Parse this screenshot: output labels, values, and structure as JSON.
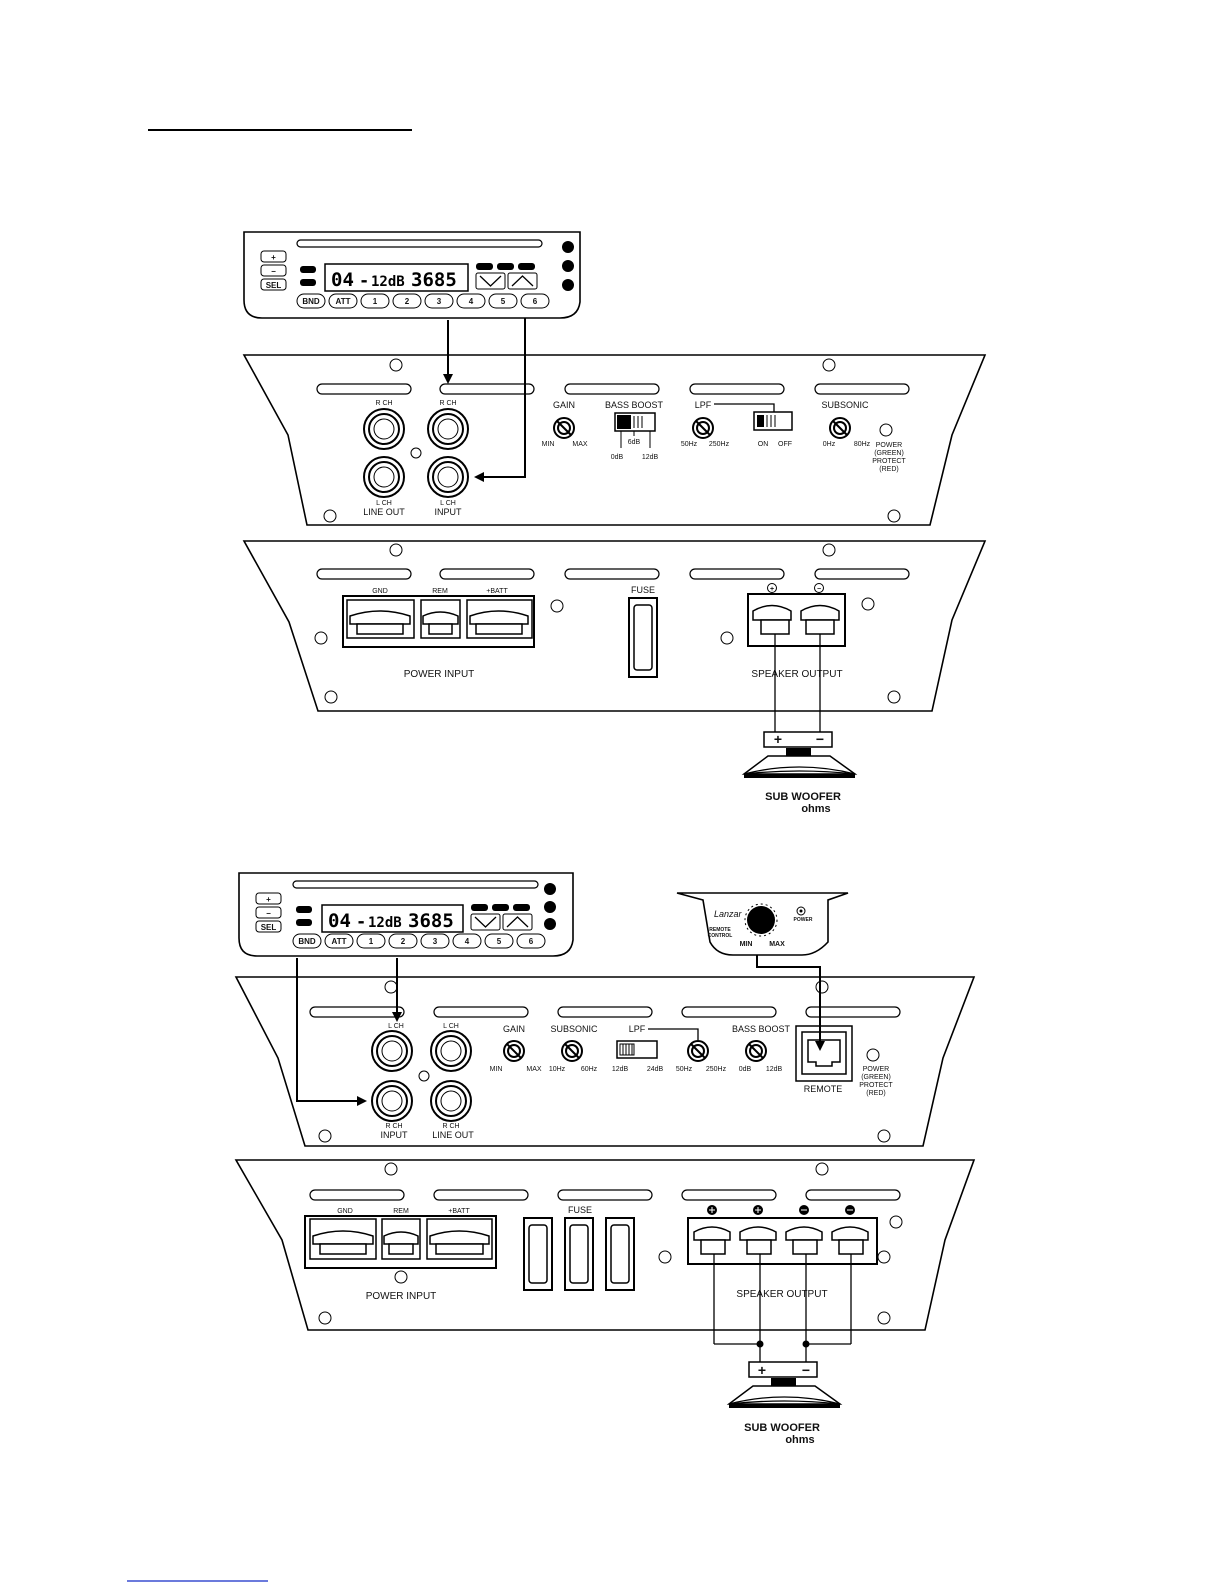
{
  "diagram1": {
    "radio": {
      "display": [
        "04",
        "-",
        "12dB",
        "3685"
      ],
      "left_buttons": [
        "+",
        "−",
        "SEL"
      ],
      "presets": [
        "BND",
        "ATT",
        "1",
        "2",
        "3",
        "4",
        "5",
        "6"
      ]
    },
    "front_panel": {
      "rca_top_left": "R CH",
      "rca_top_right": "R CH",
      "rca_bottom_left": "L CH",
      "rca_bottom_right": "L CH",
      "line_out": "LINE OUT",
      "input": "INPUT",
      "gain": "GAIN",
      "gain_min": "MIN",
      "gain_max": "MAX",
      "bass_boost": "BASS BOOST",
      "bb_0": "0dB",
      "bb_6": "6dB",
      "bb_12": "12dB",
      "lpf": "LPF",
      "lpf_min": "50Hz",
      "lpf_max": "250Hz",
      "on": "ON",
      "off": "OFF",
      "subsonic": "SUBSONIC",
      "sub_min": "0Hz",
      "sub_max": "80Hz",
      "led": [
        "POWER",
        "(GREEN)",
        "PROTECT",
        "(RED)"
      ]
    },
    "rear_panel": {
      "gnd": "GND",
      "rem": "REM",
      "batt": "+BATT",
      "fuse": "FUSE",
      "power_input": "POWER INPUT",
      "speaker_output": "SPEAKER OUTPUT",
      "plus": "+",
      "minus": "−"
    },
    "sub": {
      "label": "SUB WOOFER",
      "ohms": "ohms",
      "plus": "+",
      "minus": "−"
    }
  },
  "diagram2": {
    "radio": {
      "display": [
        "04",
        "-",
        "12dB",
        "3685"
      ],
      "left_buttons": [
        "+",
        "−",
        "SEL"
      ],
      "presets": [
        "BND",
        "ATT",
        "1",
        "2",
        "3",
        "4",
        "5",
        "6"
      ]
    },
    "remote": {
      "brand": "Lanzar",
      "power": "POWER",
      "remote": "REMOTE",
      "control": "CONTROL",
      "min": "MIN",
      "max": "MAX"
    },
    "front_panel": {
      "rca_top_left": "L CH",
      "rca_top_right": "L CH",
      "rca_bottom_left": "R CH",
      "rca_bottom_right": "R CH",
      "input": "INPUT",
      "line_out": "LINE OUT",
      "gain": "GAIN",
      "gain_min": "MIN",
      "gain_max": "MAX",
      "subsonic": "SUBSONIC",
      "sub_min": "10Hz",
      "sub_max": "60Hz",
      "lpf": "LPF",
      "slope_min": "12dB",
      "slope_max": "24dB",
      "lpf_min": "50Hz",
      "lpf_max": "250Hz",
      "bass_boost": "BASS BOOST",
      "bb_min": "0dB",
      "bb_max": "12dB",
      "remote": "REMOTE",
      "led": [
        "POWER",
        "(GREEN)",
        "PROTECT",
        "(RED)"
      ]
    },
    "rear_panel": {
      "gnd": "GND",
      "rem": "REM",
      "batt": "+BATT",
      "fuse": "FUSE",
      "power_input": "POWER INPUT",
      "speaker_output": "SPEAKER OUTPUT"
    },
    "sub": {
      "label": "SUB WOOFER",
      "ohms": "ohms",
      "plus": "+",
      "minus": "−"
    }
  }
}
